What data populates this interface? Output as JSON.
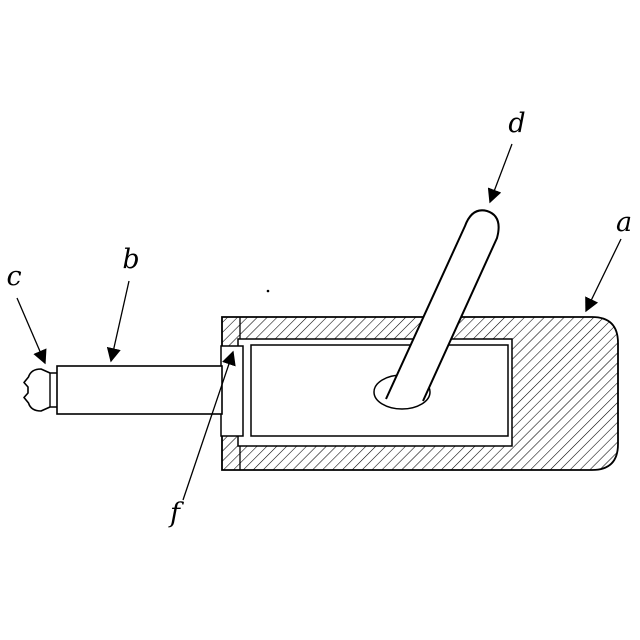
{
  "page": {
    "background": "#ffffff",
    "ink": "#000000"
  },
  "diagram": {
    "labels": {
      "a": "a",
      "b": "b",
      "c": "c",
      "d": "d",
      "f": "f"
    }
  }
}
